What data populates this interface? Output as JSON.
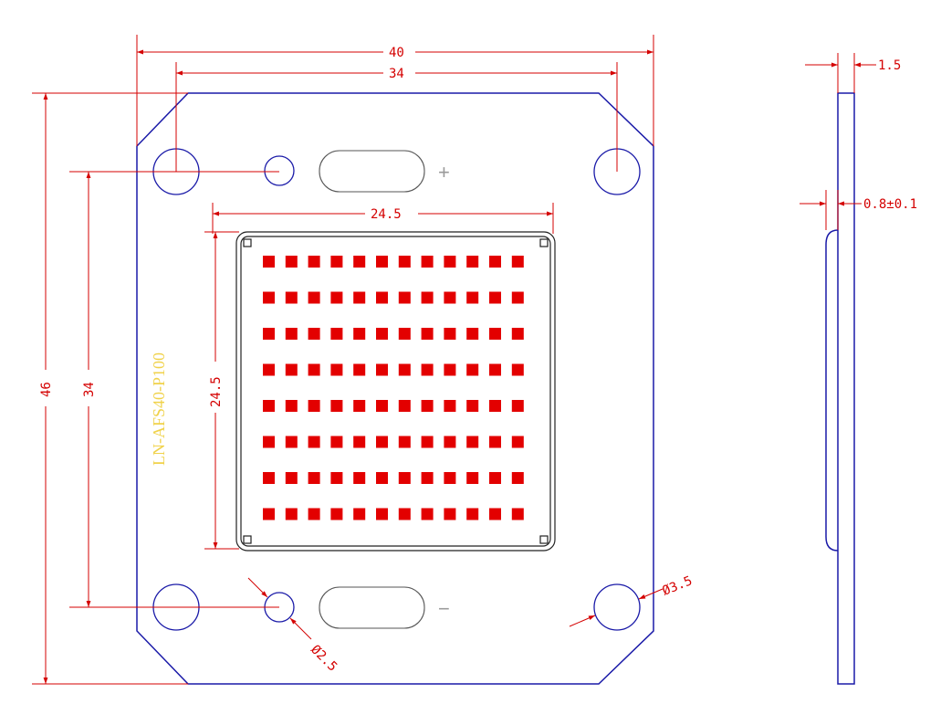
{
  "drawing": {
    "model_label": "LN-AFS40-P100",
    "polarity": {
      "positive": "+",
      "negative": "−"
    },
    "led_grid": {
      "rows": 8,
      "cols": 12
    },
    "dimensions": {
      "total_width": "40",
      "hole_pitch_x": "34",
      "total_height": "46",
      "hole_pitch_y": "34",
      "array_width": "24.5",
      "array_height": "24.5",
      "small_hole_dia": "Ø2.5",
      "large_hole_dia": "Ø3.5",
      "board_thickness": "1.5",
      "recess_depth": "0.8±0.1"
    },
    "colors": {
      "outline": "#1a1aa8",
      "dimension": "#d40000",
      "led": "#e30000",
      "label": "#f0d24a"
    }
  }
}
